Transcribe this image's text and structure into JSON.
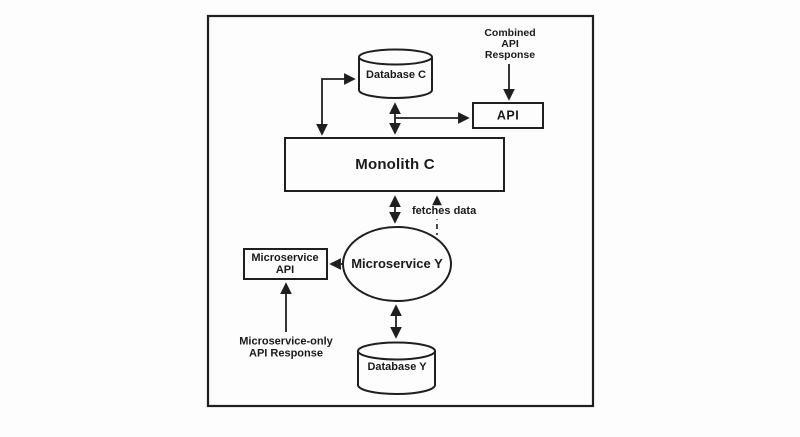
{
  "diagram": {
    "nodes": {
      "database_c": {
        "label": "Database C",
        "shape": "cylinder"
      },
      "api_box": {
        "label": "API",
        "shape": "rect"
      },
      "monolith_c": {
        "label": "Monolith C",
        "shape": "rect"
      },
      "microservice_y": {
        "label": "Microservice Y",
        "shape": "ellipse"
      },
      "microservice_api": {
        "lines": [
          "Microservice",
          "API"
        ],
        "shape": "rect"
      },
      "database_y": {
        "label": "Database Y",
        "shape": "cylinder"
      }
    },
    "annotations": {
      "combined_response": {
        "lines": [
          "Combined",
          "API",
          "Response"
        ]
      },
      "fetches_data": {
        "label": "fetches data"
      },
      "microservice_only_response": {
        "lines": [
          "Microservice-only",
          "API Response"
        ]
      }
    },
    "edges": [
      {
        "between": [
          "Monolith C",
          "Database C"
        ],
        "style": "solid",
        "route": "elbow-left",
        "arrows": "both"
      },
      {
        "between": [
          "Database C",
          "Monolith C"
        ],
        "style": "solid",
        "route": "straight",
        "arrows": "both"
      },
      {
        "from": "Monolith C",
        "to": "API",
        "style": "solid",
        "arrows": "end"
      },
      {
        "from": "Combined API Response",
        "to": "API",
        "style": "solid",
        "arrows": "end"
      },
      {
        "between": [
          "Monolith C",
          "Microservice Y"
        ],
        "style": "solid",
        "arrows": "both"
      },
      {
        "from": "Microservice Y",
        "to": "Monolith C",
        "style": "dashed",
        "arrows": "end",
        "label": "fetches data"
      },
      {
        "from": "Microservice Y",
        "to": "Microservice API",
        "style": "solid",
        "arrows": "end"
      },
      {
        "from": "Microservice-only API Response",
        "to": "Microservice API",
        "style": "solid",
        "arrows": "end"
      },
      {
        "between": [
          "Microservice Y",
          "Database Y"
        ],
        "style": "solid",
        "arrows": "both"
      }
    ],
    "colors": {
      "stroke": "#1f1f1f",
      "text": "#1a1a1a",
      "background": "#fdfdfd",
      "node_fill": "#fdfdfd"
    }
  }
}
